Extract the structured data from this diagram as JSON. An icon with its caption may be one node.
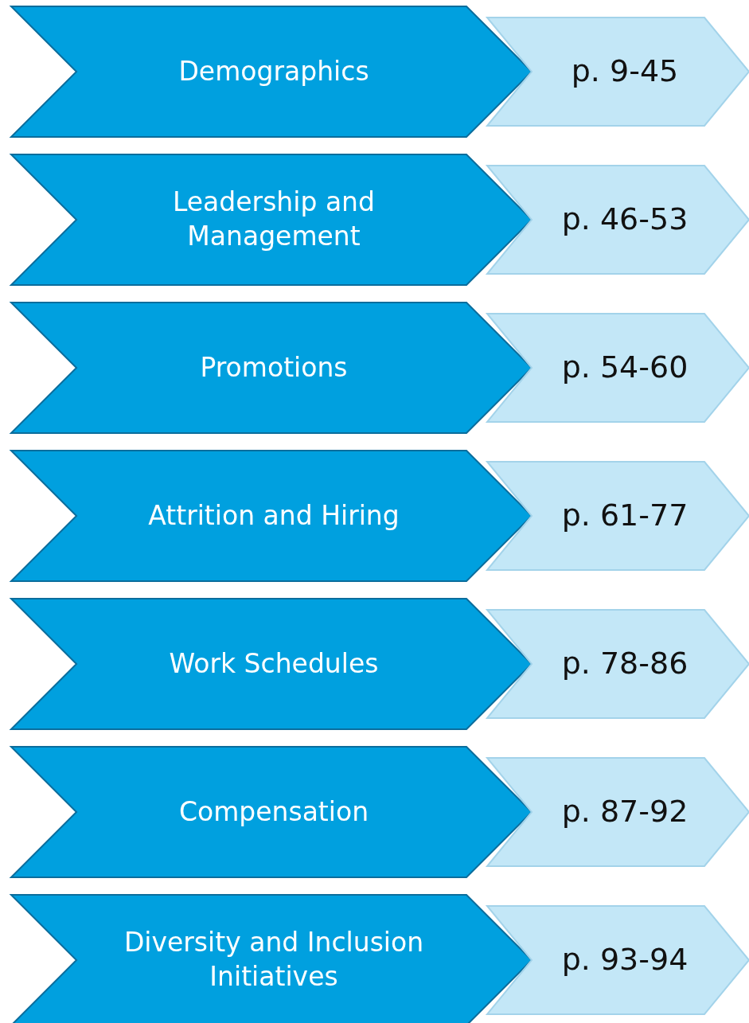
{
  "diagram": {
    "nodes": [
      {
        "text": [
          "Demographics"
        ]
      },
      {
        "text": [
          "p. 9-45"
        ]
      },
      {
        "text": [
          "Leadership and Management"
        ]
      },
      {
        "text": [
          "p. 46-53"
        ]
      },
      {
        "text": [
          "Promotions"
        ]
      },
      {
        "text": [
          "p. 54-60"
        ]
      },
      {
        "text": [
          "Attrition and Hiring"
        ]
      },
      {
        "text": [
          "p. 61-77"
        ]
      },
      {
        "text": [
          "Work Schedules"
        ]
      },
      {
        "text": [
          "p. 78-86"
        ]
      },
      {
        "text": [
          "Compensation"
        ]
      },
      {
        "text": [
          "p. 87-92"
        ]
      },
      {
        "text": [
          "Diversity and Inclusion Initiatives"
        ]
      },
      {
        "text": [
          "p. 93-94"
        ]
      }
    ]
  }
}
